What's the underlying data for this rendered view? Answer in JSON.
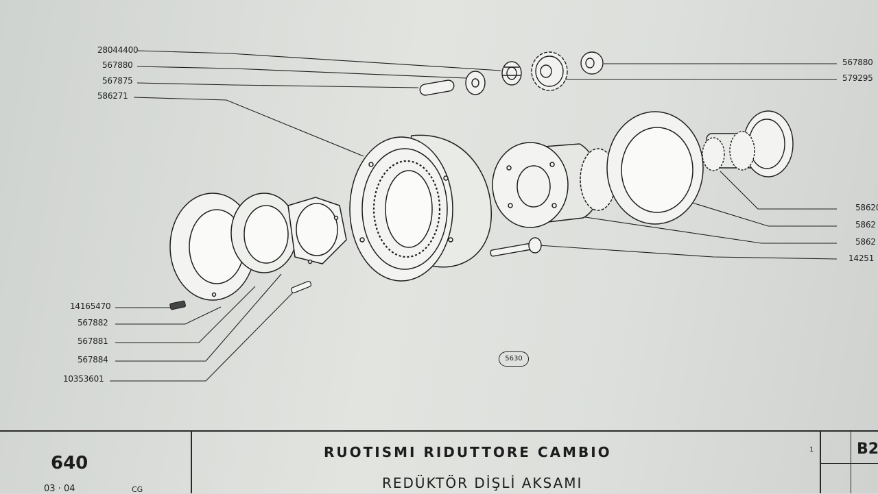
{
  "labels_left": [
    {
      "id": "28044400",
      "text": "28044400"
    },
    {
      "id": "567880-l",
      "text": "567880"
    },
    {
      "id": "567875",
      "text": "567875"
    },
    {
      "id": "586271",
      "text": "586271"
    },
    {
      "id": "14165470",
      "text": "14165470"
    },
    {
      "id": "567882",
      "text": "567882"
    },
    {
      "id": "567881",
      "text": "567881"
    },
    {
      "id": "567884",
      "text": "567884"
    },
    {
      "id": "10353601",
      "text": "10353601"
    }
  ],
  "labels_right": [
    {
      "id": "567880-r",
      "text": "567880"
    },
    {
      "id": "579295",
      "text": "579295"
    },
    {
      "id": "r1",
      "text": "58620"
    },
    {
      "id": "r2",
      "text": "5862"
    },
    {
      "id": "r3",
      "text": "5862"
    },
    {
      "id": "r4",
      "text": "14251"
    }
  ],
  "reference_badge": "5630",
  "title_block": {
    "model": "640",
    "date": "03 · 04",
    "initials": "CG",
    "title_it": "RUOTISMI RIDUTTORE CAMBIO",
    "title_tr": "REDÜKTÖR DİŞLİ AKSAMI",
    "page_mark": "1",
    "group_code": "B2"
  },
  "colors": {
    "ink": "#1e1e1e",
    "paper": "#dcdfdb"
  }
}
